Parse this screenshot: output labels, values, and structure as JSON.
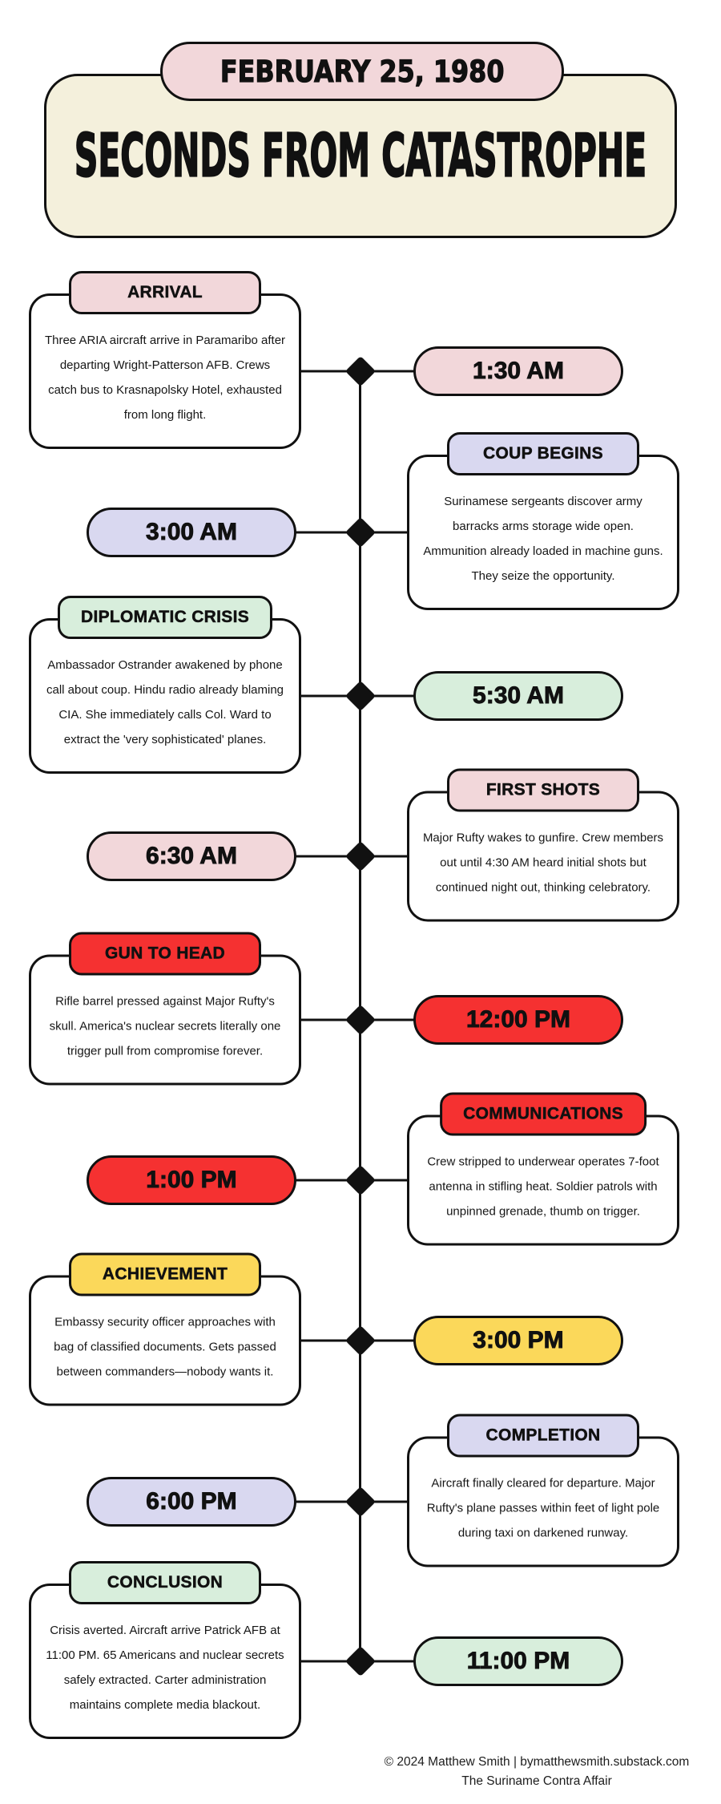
{
  "header": {
    "date_label": "FEBRUARY 25, 1980",
    "title": "SECONDS FROM CATASTROPHE"
  },
  "palette": {
    "pink": "#F2D7DA",
    "lavender": "#D9D8F0",
    "green": "#D8EEDC",
    "red": "#F53131",
    "yellow": "#FBD85A",
    "cream": "#F4F0DC",
    "outline": "#111111"
  },
  "timeline": {
    "entries": [
      {
        "title": "ARRIVAL",
        "time": "1:30 AM",
        "accent": "#F2D7DA",
        "description": "Three ARIA aircraft arrive in Paramaribo after departing Wright-Patterson AFB. Crews catch bus to Krasnapolsky Hotel, exhausted from long flight."
      },
      {
        "title": "COUP BEGINS",
        "time": "3:00 AM",
        "accent": "#D9D8F0",
        "description": "Surinamese sergeants discover army barracks arms storage wide open. Ammunition already loaded in machine guns. They seize the opportunity."
      },
      {
        "title": "DIPLOMATIC CRISIS",
        "time": "5:30 AM",
        "accent": "#D8EEDC",
        "description": "Ambassador Ostrander awakened by phone call about coup. Hindu radio already blaming CIA. She immediately calls Col. Ward to extract the 'very sophisticated' planes."
      },
      {
        "title": "FIRST SHOTS",
        "time": "6:30 AM",
        "accent": "#F2D7DA",
        "description": "Major Rufty wakes to gunfire. Crew members out until 4:30 AM heard initial shots but continued night out, thinking celebratory."
      },
      {
        "title": "GUN TO HEAD",
        "time": "12:00 PM",
        "accent": "#F53131",
        "description": "Rifle barrel pressed against Major Rufty's skull. America's nuclear secrets literally one trigger pull from compromise forever."
      },
      {
        "title": "COMMUNICATIONS",
        "time": "1:00 PM",
        "accent": "#F53131",
        "description": "Crew stripped to underwear operates 7-foot antenna in stifling heat. Soldier patrols with unpinned grenade, thumb on trigger."
      },
      {
        "title": "ACHIEVEMENT",
        "time": "3:00 PM",
        "accent": "#FBD85A",
        "description": "Embassy security officer approaches with bag of classified documents. Gets passed between commanders—nobody wants it."
      },
      {
        "title": "COMPLETION",
        "time": "6:00 PM",
        "accent": "#D9D8F0",
        "description": "Aircraft finally cleared for departure. Major Rufty's plane passes within feet of light pole during taxi on darkened runway."
      },
      {
        "title": "CONCLUSION",
        "time": "11:00 PM",
        "accent": "#D8EEDC",
        "description": "Crisis averted. Aircraft arrive Patrick AFB at 11:00 PM. 65 Americans and nuclear secrets safely extracted. Carter administration maintains complete media blackout."
      }
    ]
  },
  "footer": {
    "line1": "© 2024 Matthew Smith | bymatthewsmith.substack.com",
    "line2": "The Suriname Contra Affair"
  }
}
